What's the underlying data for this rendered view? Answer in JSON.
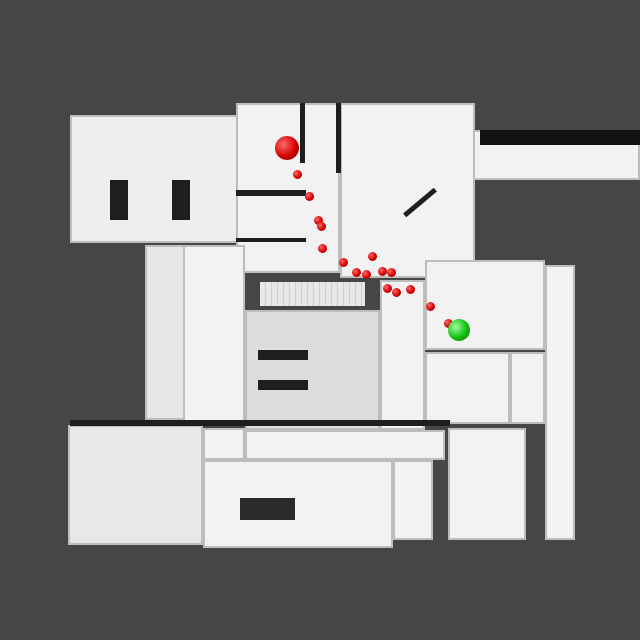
{
  "scene": {
    "background_color": "#464646",
    "floor_color": "#f2f2f2",
    "path_marker_color": "#e00000",
    "goal_marker_color": "#18c018",
    "start_marker": "large-red-sphere",
    "goal_marker": "green-sphere",
    "path_waypoint_count": 17
  }
}
